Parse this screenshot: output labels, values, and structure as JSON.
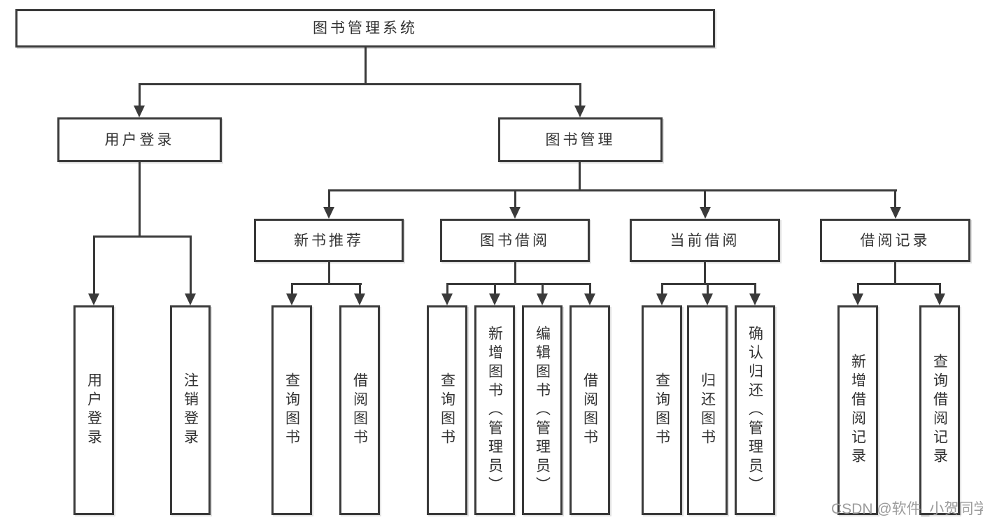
{
  "labels": {
    "root": "图书管理系统",
    "user_login": "用户登录",
    "book_mgmt": "图书管理",
    "new_book_rec": "新书推荐",
    "book_borrow": "图书借阅",
    "current_borrow": "当前借阅",
    "borrow_record": "借阅记录",
    "leaf_user_login": "用户登录",
    "leaf_logout": "注销登录",
    "leaf_nbr_query_book": "查询图书",
    "leaf_nbr_borrow_book": "借阅图书",
    "leaf_bb_query_book": "查询图书",
    "leaf_bb_add_book": "新增图书（管理员）",
    "leaf_bb_edit_book": "编辑图书（管理员）",
    "leaf_bb_borrow_book": "借阅图书",
    "leaf_cb_query_book": "查询图书",
    "leaf_cb_return_book": "归还图书",
    "leaf_cb_confirm_return": "确认归还（管理员）",
    "leaf_br_add_record": "新增借阅记录",
    "leaf_br_query_record": "查询借阅记录"
  },
  "watermark": "CSDN @软件_小贺同学",
  "colors": {
    "line": "#3a3a3a",
    "text": "#333333",
    "watermark": "#9c9c9c",
    "background": "#ffffff"
  },
  "hierarchy": {
    "图书管理系统": {
      "用户登录": [
        "用户登录",
        "注销登录"
      ],
      "图书管理": {
        "新书推荐": [
          "查询图书",
          "借阅图书"
        ],
        "图书借阅": [
          "查询图书",
          "新增图书（管理员）",
          "编辑图书（管理员）",
          "借阅图书"
        ],
        "当前借阅": [
          "查询图书",
          "归还图书",
          "确认归还（管理员）"
        ],
        "借阅记录": [
          "新增借阅记录",
          "查询借阅记录"
        ]
      }
    }
  }
}
